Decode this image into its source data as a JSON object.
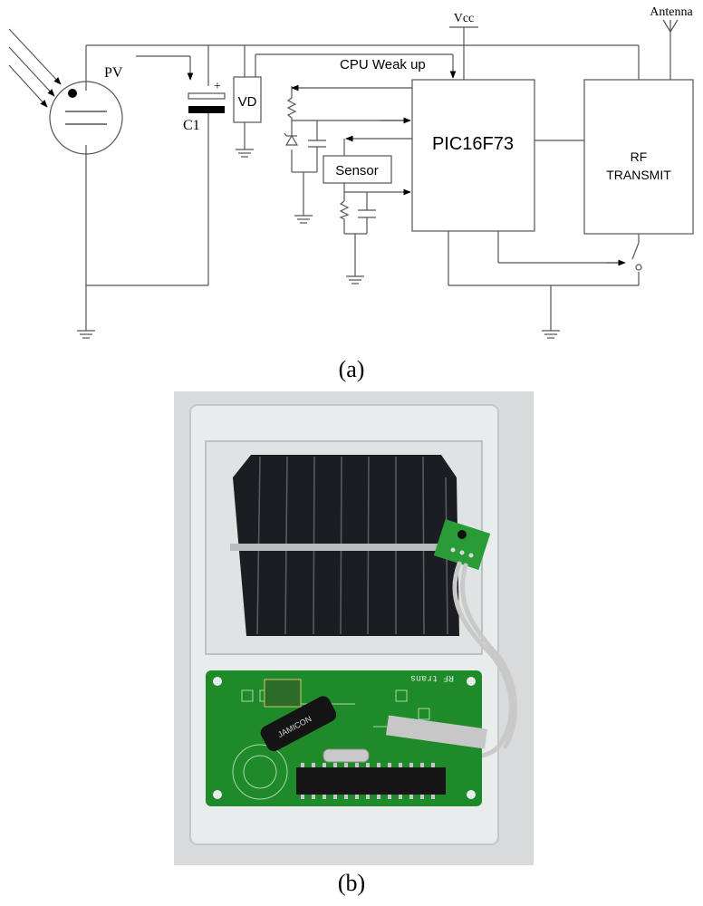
{
  "figure": {
    "caption_a": "(a)",
    "caption_b": "(b)"
  },
  "circuit": {
    "pv_label": "PV",
    "capacitor_label": "C1",
    "capacitor_polarity": "+",
    "vd_label": "VD",
    "cpu_wakeup_label": "CPU Weak up",
    "vcc_label": "Vcc",
    "mcu_label": "PIC16F73",
    "sensor_label": "Sensor",
    "rf_label_line1": "RF",
    "rf_label_line2": "TRANSMIT",
    "antenna_label": "Antenna"
  },
  "photo": {
    "pcb_silkscreen": "RF trans",
    "capacitor_marking": "JAMICON",
    "board_color": "#1f8a2a",
    "panel_color": "#1c1d22"
  }
}
